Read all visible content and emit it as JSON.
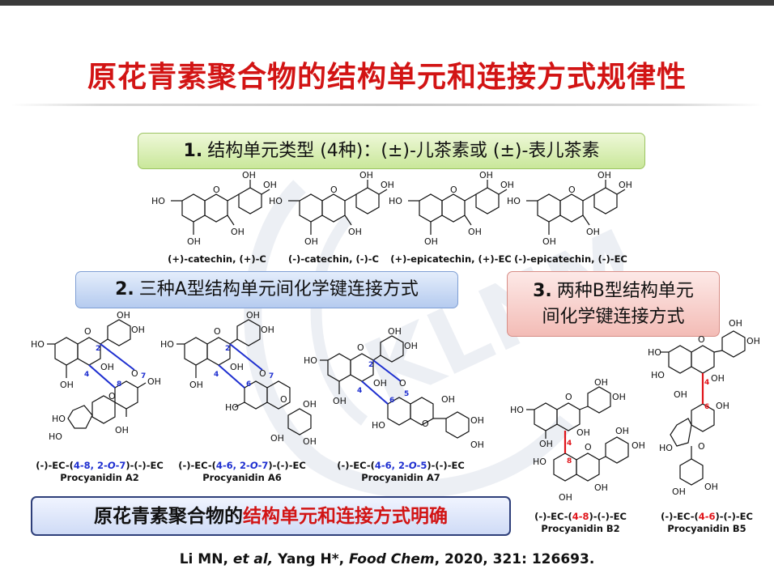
{
  "title": "原花青素聚合物的结构单元和连接方式规律性",
  "watermark_text": "KLNM",
  "section1": {
    "num": "1.",
    "text": "结构单元类型 (4种)：(±)-儿茶素或 (±)-表儿茶素"
  },
  "section2": {
    "num": "2.",
    "text": "三种A型结构单元间化学键连接方式"
  },
  "section3": {
    "num": "3.",
    "line1": "两种B型结构单元",
    "line2": "间化学键连接方式"
  },
  "monomers": [
    {
      "label": "(+)-catechin, (+)-C"
    },
    {
      "label": "(-)-catechin, (-)-C"
    },
    {
      "label": "(+)-epicatechin, (+)-EC"
    },
    {
      "label": "(-)-epicatechin, (-)-EC"
    }
  ],
  "atoms": {
    "OH": "OH",
    "HO": "HO",
    "O": "O"
  },
  "a_types": [
    {
      "pre": "(-)-EC-(",
      "link": "4-8, 2-",
      "linkO": "O",
      "link2": "-7",
      "post": ")-(-)-EC",
      "name": "Procyanidin A2"
    },
    {
      "pre": "(-)-EC-(",
      "link": "4-6, 2-",
      "linkO": "O",
      "link2": "-7",
      "post": ")-(-)-EC",
      "name": "Procyanidin A6"
    },
    {
      "pre": "(-)-EC-(",
      "link": "4-6, 2-",
      "linkO": "O",
      "link2": "-5",
      "post": ")-(-)-EC",
      "name": "Procyanidin A7"
    }
  ],
  "b_types": [
    {
      "pre": "(-)-EC-(",
      "link": "4-8",
      "post": ")-(-)-EC",
      "name": "Procyanidin B2"
    },
    {
      "pre": "(-)-EC-(",
      "link": "4-6",
      "post": ")-(-)-EC",
      "name": "Procyanidin B5"
    }
  ],
  "conclusion": {
    "part1": "原花青素聚合物的",
    "part2": "结构单元和连接方式明确"
  },
  "citation": {
    "authors": "Li MN,",
    "etal": "et al,",
    "corr": "Yang H*,",
    "journal": "Food Chem",
    "details": ", 2020, 321: 126693."
  }
}
